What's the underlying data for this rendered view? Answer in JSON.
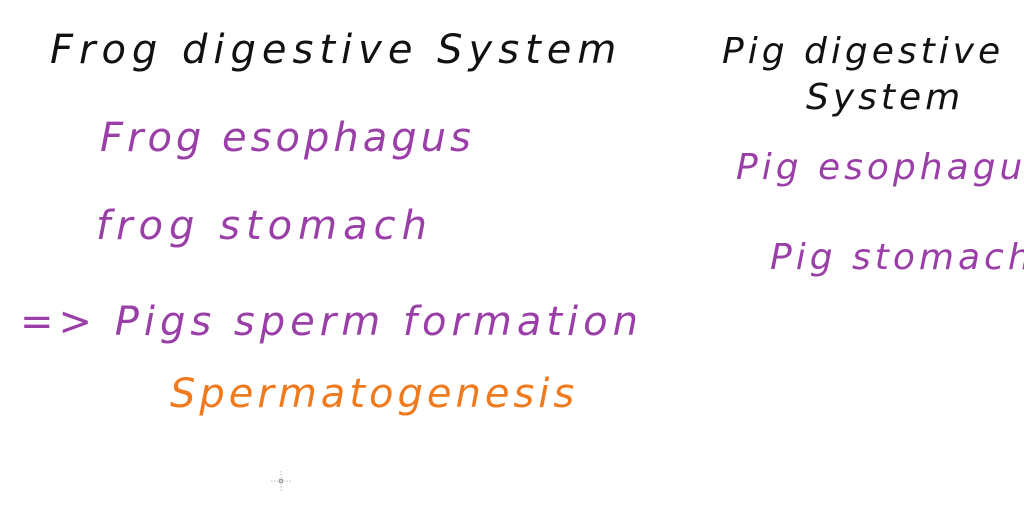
{
  "colors": {
    "heading": "#111111",
    "purple": "#9b3fa8",
    "orange": "#f07a1e"
  },
  "left_column": {
    "heading": "Frog digestive System",
    "items": [
      "Frog esophagus",
      "frog stomach"
    ]
  },
  "right_column": {
    "heading_line1": "Pig digestive",
    "heading_line2": "System",
    "items": [
      "Pig esophagus",
      "Pig stomach"
    ]
  },
  "bottom": {
    "arrow_line": "=> Pigs sperm formation",
    "term": "Spermatogenesis"
  },
  "cursor_icon": "crosshair-move-icon"
}
